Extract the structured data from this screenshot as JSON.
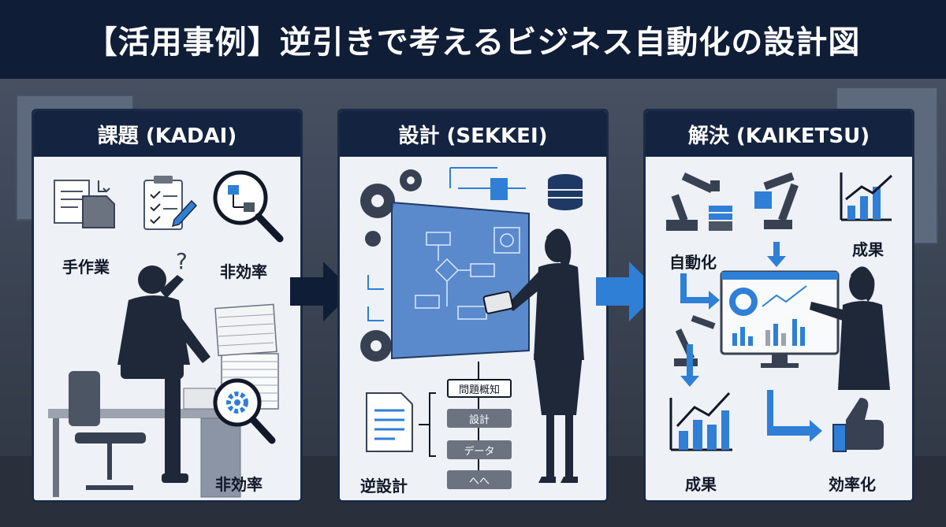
{
  "title": "【活用事例】逆引きで考えるビジネス自動化の設計図",
  "panels": {
    "kadai": {
      "header": "課題 (KADAI)",
      "labels": {
        "manual_work": "手作業",
        "inefficiency_1": "非効率",
        "inefficiency_2": "非効率",
        "question_mark": "?"
      }
    },
    "sekkei": {
      "header": "設計 (SEKKEI)",
      "labels": {
        "reverse_design": "逆設計"
      },
      "flow_steps": [
        "問題概知",
        "設計",
        "データ",
        "へへ"
      ]
    },
    "kaiketsu": {
      "header": "解決 (KAIKETSU)",
      "labels": {
        "automation": "自動化",
        "results_top": "成果",
        "results_bottom": "成果",
        "efficiency": "効率化"
      }
    }
  },
  "colors": {
    "title_bg": "#0f1d36",
    "panel_header_bg": "#14233f",
    "panel_bg": "#eef1f5",
    "accent_blue": "#2f7fd6",
    "arrow_dark": "#0f1d36"
  },
  "icons": [
    "documents-icon",
    "checklist-icon",
    "magnifier-flowchart-icon",
    "stressed-worker-figure",
    "paper-stack-icon",
    "magnifier-gear-icon",
    "gear-icon",
    "database-icon",
    "blueprint-screen",
    "presenter-figure",
    "document-lines-icon",
    "robot-arm-icon",
    "bar-chart-up-icon",
    "dashboard-monitor",
    "thumbs-up-icon"
  ]
}
